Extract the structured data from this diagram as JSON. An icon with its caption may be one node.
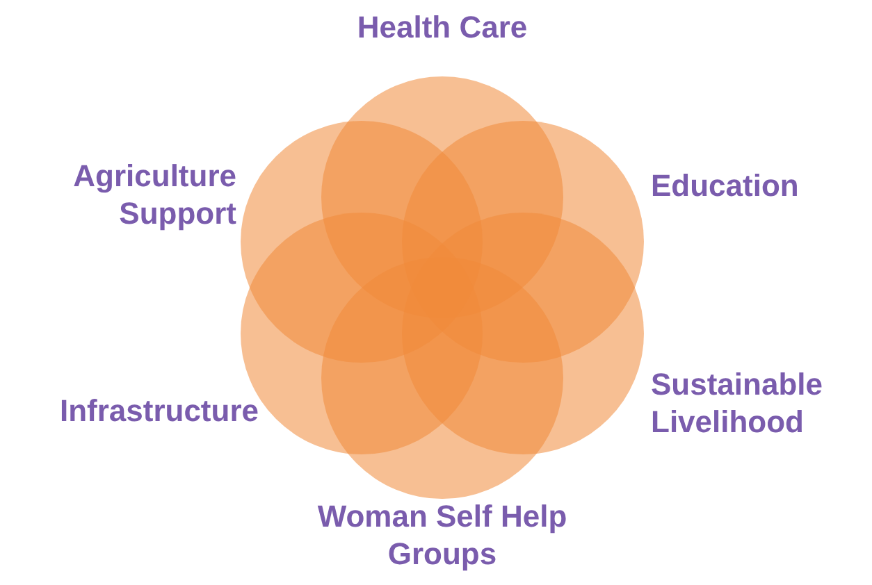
{
  "diagram": {
    "nodes": [
      {
        "text": [
          "Health Care"
        ]
      },
      {
        "text": [
          "Education"
        ]
      },
      {
        "text": [
          "Sustainable Livelihood"
        ]
      },
      {
        "text": [
          "Woman Self Help Groups"
        ]
      },
      {
        "text": [
          "Infrastructure"
        ]
      },
      {
        "text": [
          "Agriculture Support"
        ]
      }
    ]
  }
}
